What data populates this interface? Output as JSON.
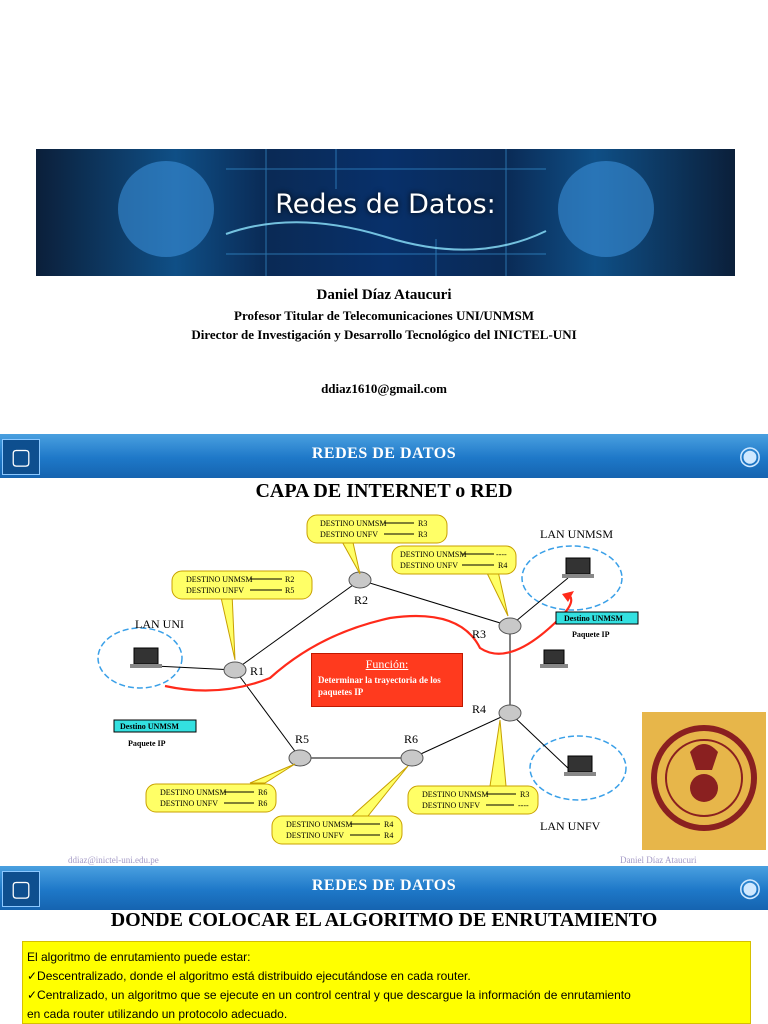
{
  "slide1": {
    "banner_title": "Redes de Datos:",
    "author_name": "Daniel Díaz Ataucuri",
    "role1": "Profesor Titular de Telecomunicaciones UNI/UNMSM",
    "role2": "Director de Investigación y Desarrollo Tecnológico del INICTEL-UNI",
    "email": "ddiaz1610@gmail.com"
  },
  "slide2": {
    "header": "REDES DE DATOS",
    "title": "CAPA DE INTERNET o RED",
    "routers": [
      "R1",
      "R2",
      "R3",
      "R4",
      "R5",
      "R6"
    ],
    "lans": [
      "LAN UNI",
      "LAN UNMSM",
      "LAN UNFV"
    ],
    "callouts": {
      "r2": [
        "DESTINO UNMSM",
        "R3",
        "DESTINO UNFV",
        "R3"
      ],
      "r1": [
        "DESTINO UNMSM",
        "R2",
        "DESTINO UNFV",
        "R5"
      ],
      "r3": [
        "DESTINO UNMSM",
        "----",
        "DESTINO UNFV",
        "R4"
      ],
      "r5": [
        "DESTINO UNMSM",
        "R6",
        "DESTINO UNFV",
        "R6"
      ],
      "r6": [
        "DESTINO UNMSM",
        "R4",
        "DESTINO UNFV",
        "R4"
      ],
      "r4": [
        "DESTINO UNMSM",
        "R3",
        "DESTINO UNFV",
        "----"
      ]
    },
    "packet_dest": "Destino UNMSM",
    "packet_label": "Paquete IP",
    "funcion_title": "Función:",
    "funcion_text": "Determinar la trayectoria de los paquetes IP",
    "footer_email": "ddiaz@inictel-uni.edu.pe",
    "footer_author": "Daniel Díaz Ataucuri",
    "colors": {
      "header_blue": "#1e78c8",
      "callout_yellow": "#ffff66",
      "funcion_red": "#ff3a1e",
      "packet_cyan": "#33e0e0"
    }
  },
  "slide3": {
    "header": "REDES DE DATOS",
    "title": "DONDE COLOCAR EL ALGORITMO DE ENRUTAMIENTO",
    "lines": [
      "El algoritmo de enrutamiento puede estar:",
      "✓Descentralizado, donde el algoritmo está distribuido ejecutándose en cada router.",
      "✓Centralizado, un algoritmo que se ejecute en un control central y que descargue la información de enrutamiento",
      "en cada router utilizando un protocolo adecuado."
    ]
  }
}
